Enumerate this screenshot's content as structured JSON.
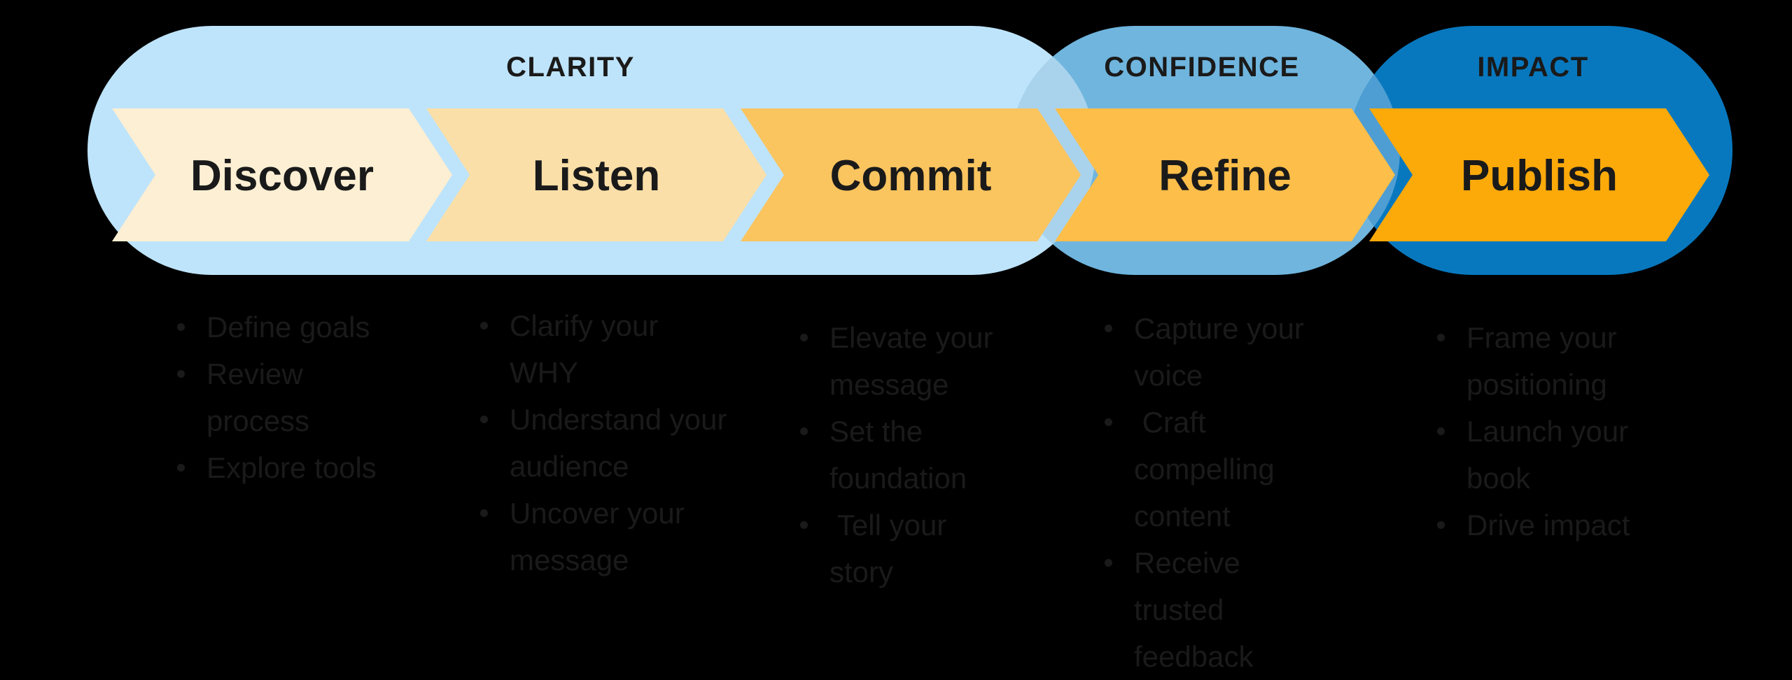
{
  "canvas": {
    "background": "#000000",
    "text_color": "#1A1A1A"
  },
  "phases": [
    {
      "label": "CLARITY",
      "pill_color": "#BEE4FB"
    },
    {
      "label": "CONFIDENCE",
      "pill_color": "#6FB5DE"
    },
    {
      "label": "IMPACT",
      "pill_color": "#0878BE"
    }
  ],
  "overlaps": [
    {
      "between": "clarity-confidence",
      "color": "#A9D3EC"
    },
    {
      "between": "confidence-impact",
      "color": "#4E9ED3"
    }
  ],
  "steps": [
    {
      "name": "Discover",
      "phase": "CLARITY",
      "color": "#FDEFD3",
      "bullets": [
        {
          "lines": [
            "Define goals"
          ]
        },
        {
          "lines": [
            "Review",
            "process"
          ]
        },
        {
          "lines": [
            "Explore tools"
          ]
        }
      ]
    },
    {
      "name": "Listen",
      "phase": "CLARITY",
      "color": "#FBDFA8",
      "bullets": [
        {
          "lines": [
            "Clarify your",
            "WHY"
          ]
        },
        {
          "lines": [
            "Understand your",
            "audience"
          ]
        },
        {
          "lines": [
            "Uncover your",
            "message"
          ]
        }
      ]
    },
    {
      "name": "Commit",
      "phase": "CLARITY",
      "color": "#FAC45F",
      "bullets": [
        {
          "lines": [
            "Elevate your",
            "message"
          ]
        },
        {
          "lines": [
            "Set the",
            "foundation"
          ]
        },
        {
          "lines": [
            " Tell your",
            "story"
          ]
        }
      ]
    },
    {
      "name": "Refine",
      "phase": "CONFIDENCE",
      "color": "#FDBE4A",
      "bullets": [
        {
          "lines": [
            "Capture your",
            "voice"
          ]
        },
        {
          "lines": [
            " Craft",
            "compelling",
            "content"
          ]
        },
        {
          "lines": [
            "Receive",
            "trusted",
            "feedback"
          ]
        }
      ]
    },
    {
      "name": "Publish",
      "phase": "IMPACT",
      "color": "#FCA90A",
      "bullets": [
        {
          "lines": [
            "Frame your",
            "positioning"
          ]
        },
        {
          "lines": [
            "Launch your",
            "book"
          ]
        },
        {
          "lines": [
            "Drive impact"
          ]
        }
      ]
    }
  ]
}
